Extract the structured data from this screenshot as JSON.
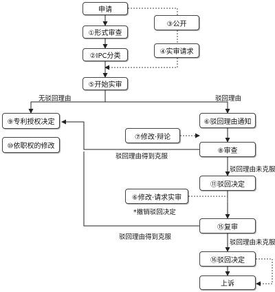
{
  "nodes": {
    "apply": "申请",
    "formal": "①形式审查",
    "ipc": "②IPC分类",
    "publish": "③公开",
    "request": "④实审请求",
    "start": "⑤开始实审",
    "grant": "⑨专利授权决定",
    "official_amend": "⑩依职权的修改",
    "notice": "⑥驳回理由通知",
    "argue": "⑦修改·辩论",
    "reexam": "⑧审查",
    "reject_decision": "⑪驳回决定",
    "amend_request": "⑥修改·请求实审",
    "review": "⑮复审",
    "review_decision": "⑯驳回决定",
    "appeal": "上诉"
  },
  "labels": {
    "no_reason": "无驳回理由",
    "reason": "驳回理由",
    "overcome_1": "驳回理由得到克服",
    "not_overcome_1": "驳回理由未克服",
    "revoke": "*撤销驳回决定",
    "overcome_2": "驳回理由得到克服",
    "not_overcome_2": "驳回理由未克服"
  }
}
